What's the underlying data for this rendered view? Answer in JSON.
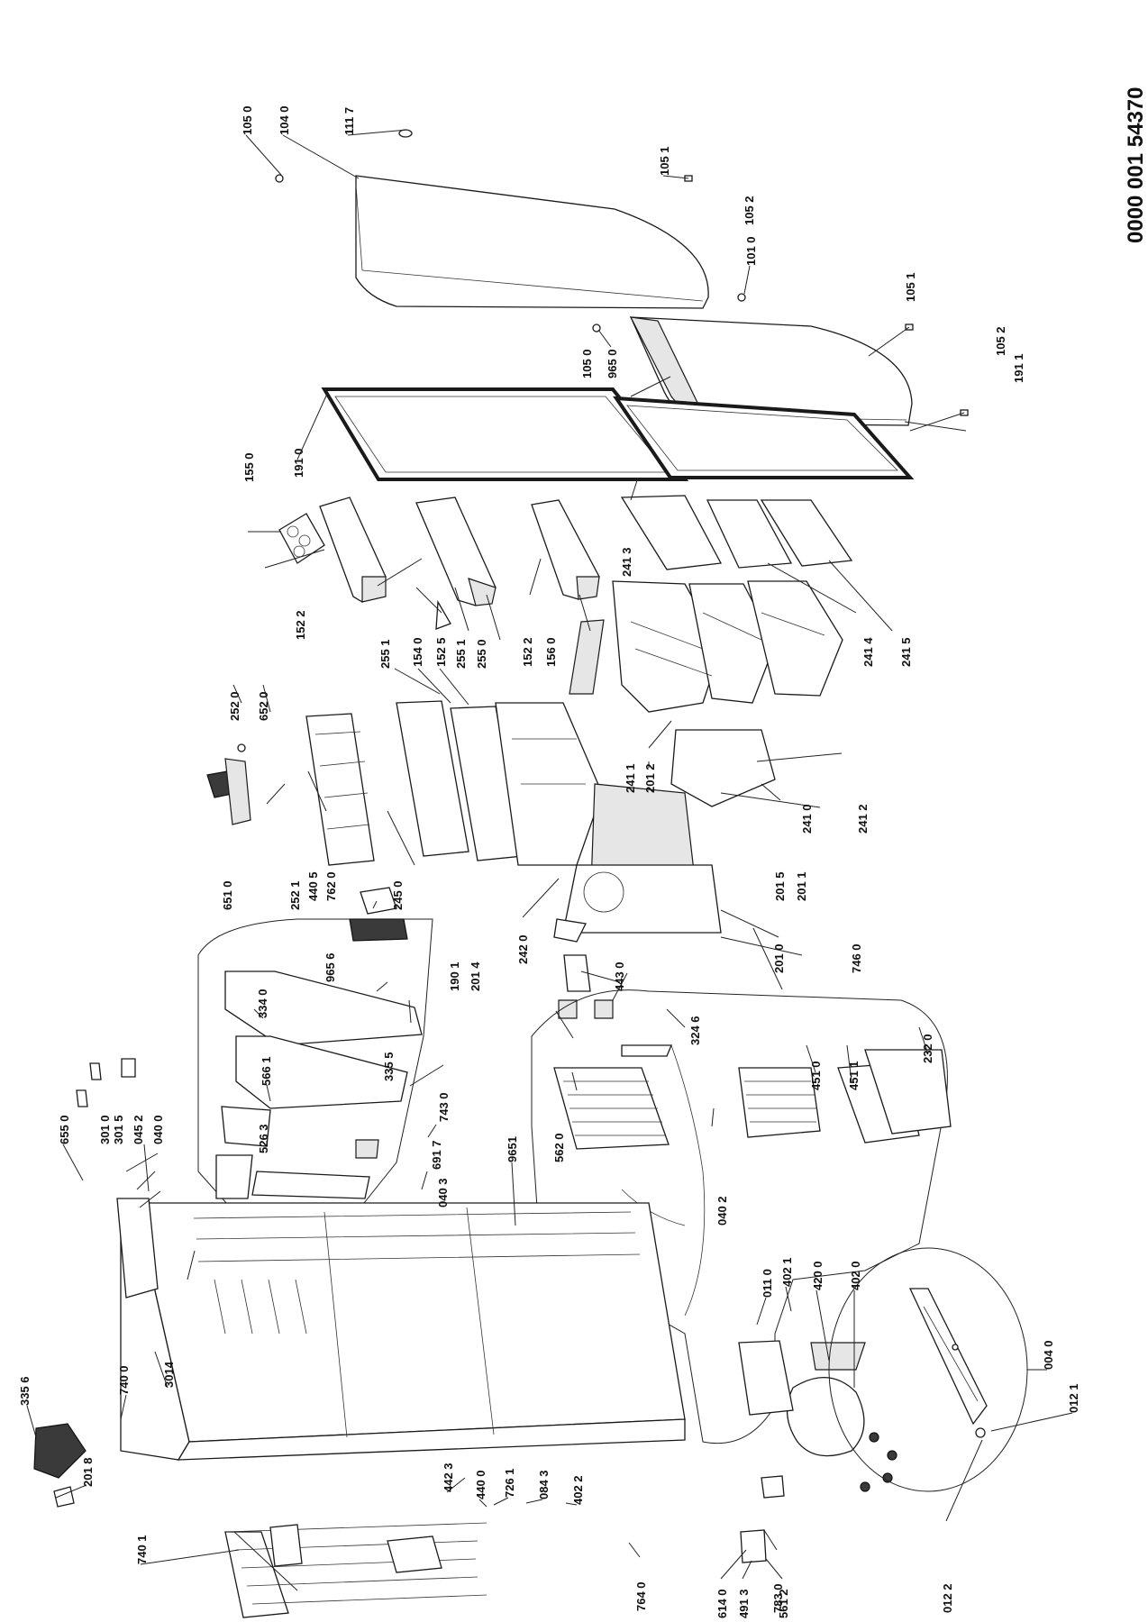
{
  "document_id": "0000 001 54370",
  "colors": {
    "line": "#222222",
    "background": "#ffffff",
    "text": "#111111"
  },
  "labels": {
    "l1050a": "105 0",
    "l1040": "104 0",
    "l1117": "111 7",
    "l1051a": "105 1",
    "l1052a": "105 2",
    "l1010": "101 0",
    "l1051b": "105 1",
    "l1050b": "105 0",
    "l9650": "965 0",
    "l1052b": "105 2",
    "l1911": "191 1",
    "l1910": "191 0",
    "l1550": "155 0",
    "l1522a": "152 2",
    "l1540": "154 0",
    "l1525": "152 5",
    "l2551a": "255 1",
    "l2550": "255 0",
    "l1522b": "152 2",
    "l1560": "156 0",
    "l2413": "241 3",
    "l2414": "241 4",
    "l2415": "241 5",
    "l2551b": "255 1",
    "l2520": "252 0",
    "l6520": "652 0",
    "l6510": "651 0",
    "l2521": "252 1",
    "l2450": "245 0",
    "l2411": "241 1",
    "l2012": "201 2",
    "l2410": "241 0",
    "l2412": "241 2",
    "l2015": "201 5",
    "l2011": "201 1",
    "l4405": "440 5",
    "l7620": "762 0",
    "l2420": "242 0",
    "l2010": "201 0",
    "l7460": "746 0",
    "l9656": "965 6",
    "l3340": "334 0",
    "l1901": "190 1",
    "l2014": "201 4",
    "l4430": "443 0",
    "l3246": "324 6",
    "l4510": "451 0",
    "l4511": "451 1",
    "l2320": "232 0",
    "l5661": "566 1",
    "l3355": "335 5",
    "l7430": "743 0",
    "l5263": "526 3",
    "l6917": "691 7",
    "l6550": "655 0",
    "l3010": "301 0",
    "l3015": "301 5",
    "l0452": "045 2",
    "l0400": "040 0",
    "l0403": "040 3",
    "l9651": "9651",
    "l5620": "562 0",
    "l0402": "040 2",
    "l3356": "335 6",
    "l2018": "201 8",
    "l3014": "3014",
    "l7400": "740 0",
    "l0110": "011 0",
    "l4021": "402 1",
    "l4200": "420 0",
    "l4020": "402 0",
    "l0040": "004 0",
    "l0121": "012 1",
    "l4423": "442 3",
    "l4400": "440 0",
    "l7261": "726 1",
    "l0843": "084 3",
    "l4022": "402 2",
    "l7401": "740 1",
    "l7640": "764 0",
    "l7830": "783 0",
    "l0122": "012 2",
    "l6140": "614 0",
    "l4913": "491 3",
    "l5612": "561 2"
  }
}
